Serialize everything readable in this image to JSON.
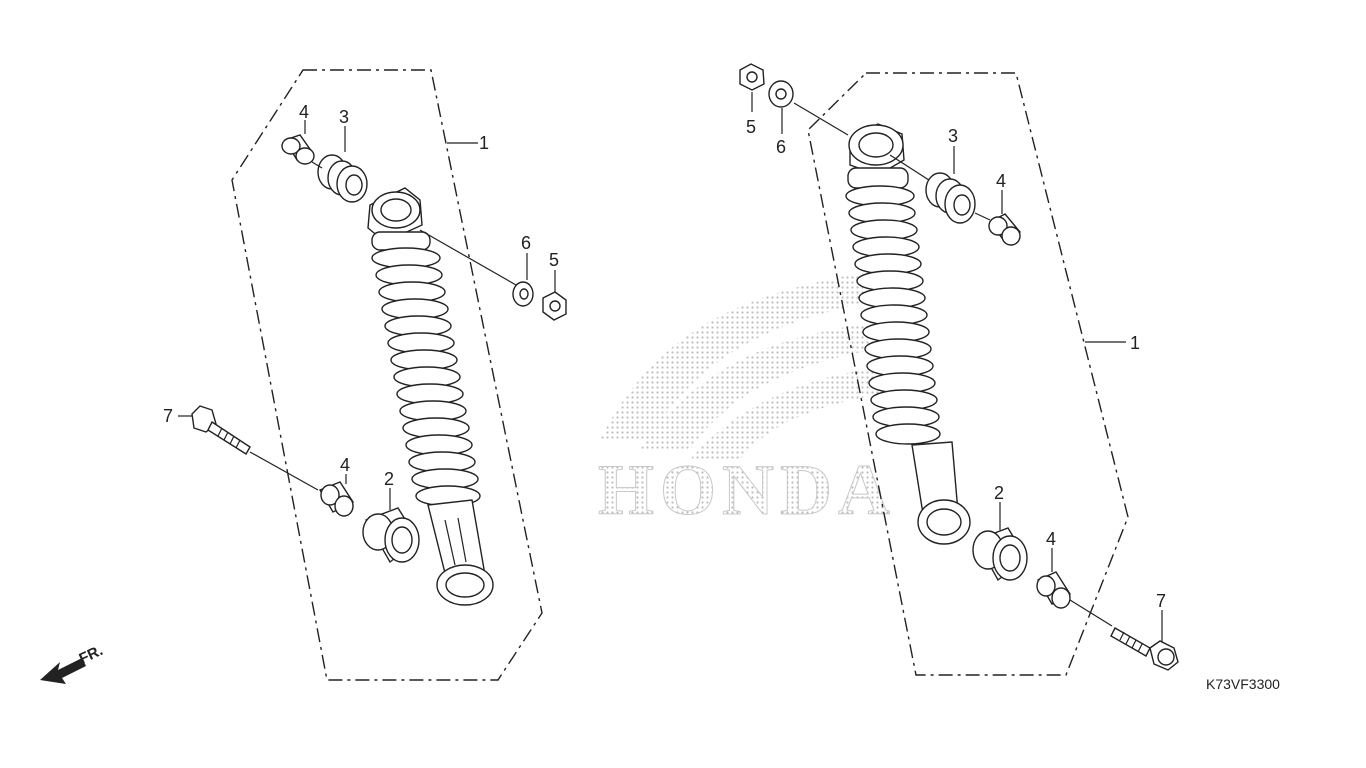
{
  "diagram": {
    "code": "K73VF3300",
    "front_indicator": "FR.",
    "watermark_brand": "HONDA",
    "left_assembly": {
      "callouts": {
        "n1": "1",
        "n2": "2",
        "n3": "3",
        "n4a": "4",
        "n4b": "4",
        "n5": "5",
        "n6": "6",
        "n7": "7"
      }
    },
    "right_assembly": {
      "callouts": {
        "n1": "1",
        "n2": "2",
        "n3": "3",
        "n4a": "4",
        "n4b": "4",
        "n5": "5",
        "n6": "6",
        "n7": "7"
      }
    }
  }
}
